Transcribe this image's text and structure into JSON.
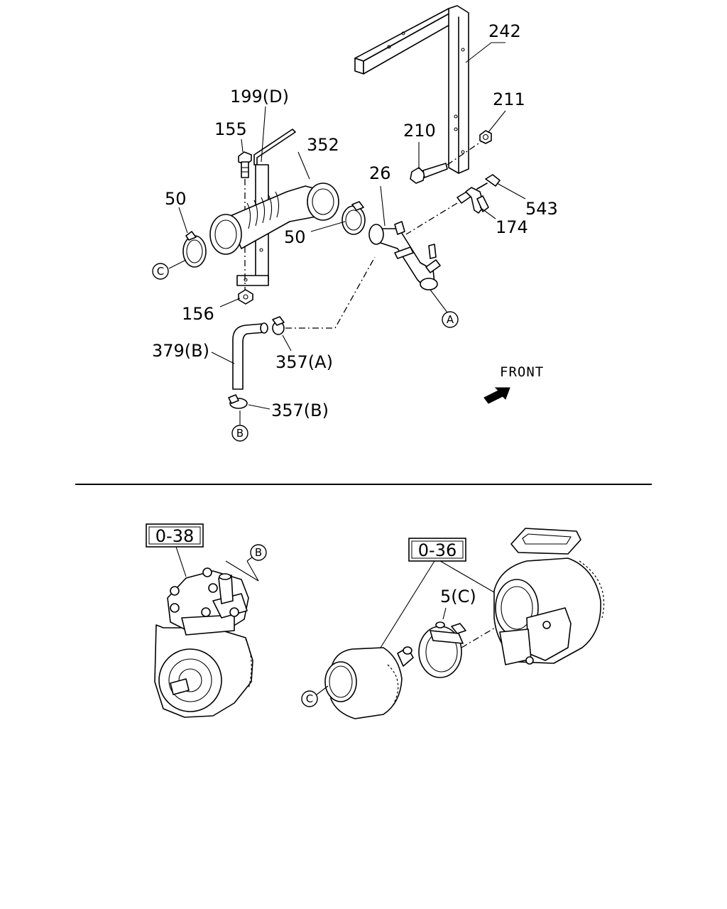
{
  "labels": {
    "p242": "242",
    "p211": "211",
    "p210": "210",
    "p199d": "199(D)",
    "p155": "155",
    "p352": "352",
    "p26": "26",
    "p543": "543",
    "p174": "174",
    "p50a": "50",
    "p50b": "50",
    "p156": "156",
    "p379b": "379(B)",
    "p357a": "357(A)",
    "p357b": "357(B)",
    "p5c": "5(C)"
  },
  "callouts": {
    "A": "A",
    "B": "B",
    "C": "C"
  },
  "front_label": "FRONT",
  "references": {
    "compressor": "0-38",
    "turbo": "0-36"
  }
}
